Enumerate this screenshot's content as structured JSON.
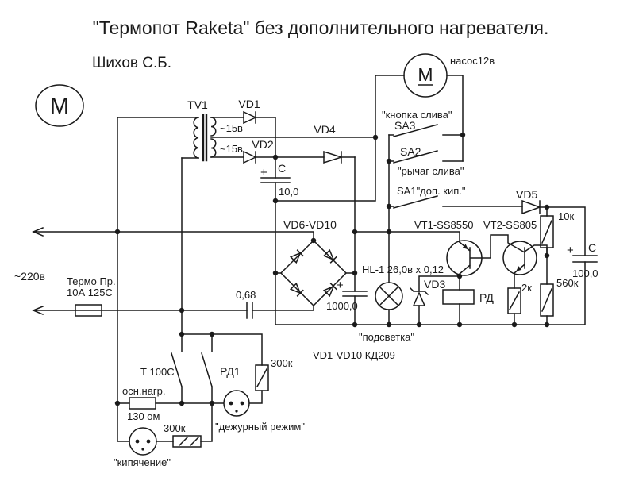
{
  "title": "\"Термопот Raketa\" без дополнительного нагревателя.",
  "author": "Шихов С.Б.",
  "colors": {
    "line": "#1a1a1a",
    "background": "#ffffff"
  },
  "labels": {
    "motor_left": "M",
    "motor_pump": "M",
    "pump_label": "насос12в",
    "tv1": "TV1",
    "v15a": "~15в",
    "v15b": "~15в",
    "vd1": "VD1",
    "vd2": "VD2",
    "vd4": "VD4",
    "c10_plus": "+",
    "c10_c": "C",
    "c10_val": "10,0",
    "knopka": "\"кнопка слива\"",
    "sa3": "SA3",
    "sa2": "SA2",
    "rychag": "\"рычаг слива\"",
    "sa1": "SA1\"доп. кип.\"",
    "vd5": "VD5",
    "r10k": "10к",
    "vt1": "VT1-SS8550",
    "vt2": "VT2-SS805",
    "vd6vd10": "VD6-VD10",
    "hl1": "HL-1 26,0в x 0,12",
    "vd3": "VD3",
    "rd": "РД",
    "c1000_plus": "+",
    "c1000_val": "1000,0",
    "r2k": "2к",
    "r560k": "560к",
    "c100_plus": "+",
    "c100_c": "C",
    "c100_val": "100,0",
    "v220": "~220в",
    "termo1": "Термо Пр.",
    "termo2": "10А 125С",
    "c068": "0,68",
    "podsvetka": "\"подсветка\"",
    "kd209": "VD1-VD10 КД209",
    "t100c": "Т 100С",
    "rd1": "РД1",
    "r300k_r": "300к",
    "osn": "осн.нагр.",
    "r130": "130 ом",
    "r300k_b": "300к",
    "dezh": "\"дежурный режим\"",
    "kip": "\"кипячение\""
  }
}
